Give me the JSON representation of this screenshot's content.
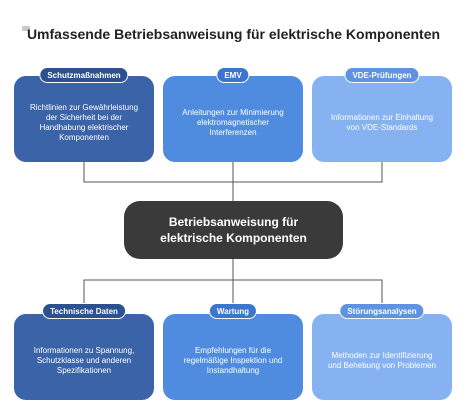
{
  "title": "Umfassende Betriebsanweisung für elektrische Komponenten",
  "center": "Betriebsanweisung für elektrische Komponenten",
  "top_nodes": [
    {
      "label": "Schutzmaßnahmen",
      "text": "Richtlinien zur Gewährleistung der Sicherheit bei der Handhabung elektrischer Komponenten"
    },
    {
      "label": "EMV",
      "text": "Anleitungen zur Minimierung elektromagnetischer Interferenzen"
    },
    {
      "label": "VDE-Prüfungen",
      "text": "Informationen zur Einhaltung von VDE-Standards"
    }
  ],
  "bottom_nodes": [
    {
      "label": "Technische Daten",
      "text": "Informationen zu Spannung, Schutzklasse und anderen Spezifikationen"
    },
    {
      "label": "Wartung",
      "text": "Empfehlungen für die regelmäßige Inspektion und Instandhaltung"
    },
    {
      "label": "Störungsanalysen",
      "text": "Methoden zur Identifizierung und Behebung von Problemen"
    }
  ],
  "colors": {
    "dark": "#3b63a8",
    "mid": "#4f8ce0",
    "light": "#86b2f2",
    "center": "#3a3a3a",
    "connector": "#555555"
  }
}
